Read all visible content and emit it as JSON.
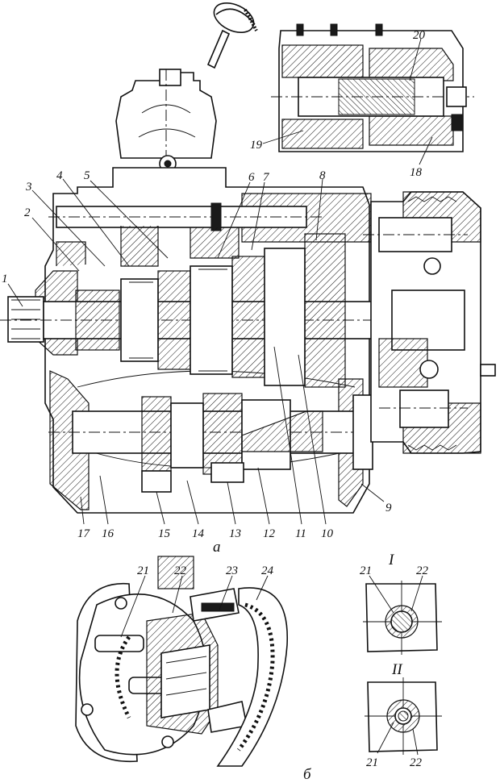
{
  "figure": {
    "views": {
      "main": "a",
      "detail": "б",
      "inset_top": "I",
      "inset_bottom": "II"
    },
    "callouts_main": [
      "1",
      "2",
      "3",
      "4",
      "5",
      "6",
      "7",
      "8",
      "9",
      "10",
      "11",
      "12",
      "13",
      "14",
      "15",
      "16",
      "17"
    ],
    "callouts_top_detail": [
      "18",
      "19",
      "20"
    ],
    "callouts_synchronizer": [
      "21",
      "22",
      "23",
      "24"
    ],
    "callouts_inset_top": [
      "21",
      "22"
    ],
    "callouts_inset_bottom": [
      "21",
      "22"
    ]
  }
}
